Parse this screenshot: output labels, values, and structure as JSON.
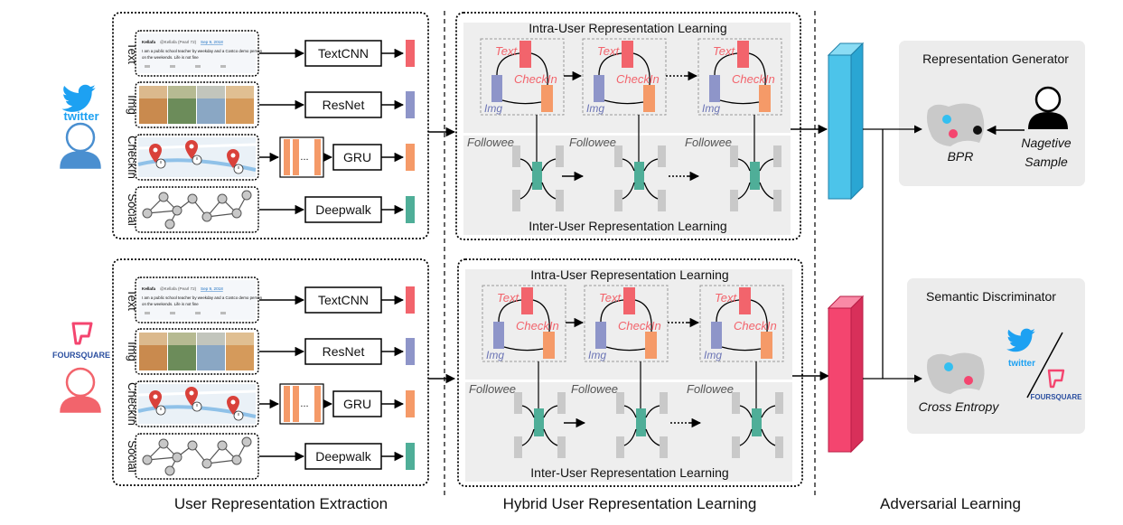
{
  "colors": {
    "text_bar": "#f2646c",
    "img_bar": "#8e95c9",
    "checkin_bar": "#f59a68",
    "social_bar": "#4fae98",
    "user_blue": "#4a8fd0",
    "user_pink": "#f2646c",
    "twitter_blue": "#1da1f2",
    "foursquare_pink": "#f4456f",
    "panel_gray": "#eeeeee",
    "cyan_block": "#4cc4ea",
    "pink_block": "#f4456f"
  },
  "platforms": {
    "twitter": "twitter",
    "foursquare": "FOURSQUARE"
  },
  "extraction": {
    "rows": [
      {
        "label": "Text",
        "module": "TextCNN"
      },
      {
        "label": "Img",
        "module": "ResNet"
      },
      {
        "label": "CheckIn",
        "module": "GRU"
      },
      {
        "label": "Social",
        "module": "Deepwalk"
      }
    ],
    "seq_dots": "...",
    "tweet": {
      "name": "Kellafa",
      "handle": "@Kellafa (Pearl 72)",
      "date": "Sep 9, 2018",
      "body_line1": "I am a public school teacher by weekday and a Costco demo person",
      "body_line2": "on the weekends. Life is not fine"
    },
    "section_label": "User Representation Extraction"
  },
  "hybrid": {
    "intra_title": "Intra-User Representation Learning",
    "inter_title": "Inter-User Representation Learning",
    "text_label": "Text",
    "checkin_label": "CheckIn",
    "img_label": "Img",
    "followee_label": "Followee",
    "section_label": "Hybrid User Representation Learning"
  },
  "adversarial": {
    "generator_title": "Representation Generator",
    "bpr_label": "BPR",
    "negative_line1": "Nagetive",
    "negative_line2": "Sample",
    "discriminator_title": "Semantic Discriminator",
    "cross_entropy_label": "Cross Entropy",
    "section_label": "Adversarial Learning"
  }
}
